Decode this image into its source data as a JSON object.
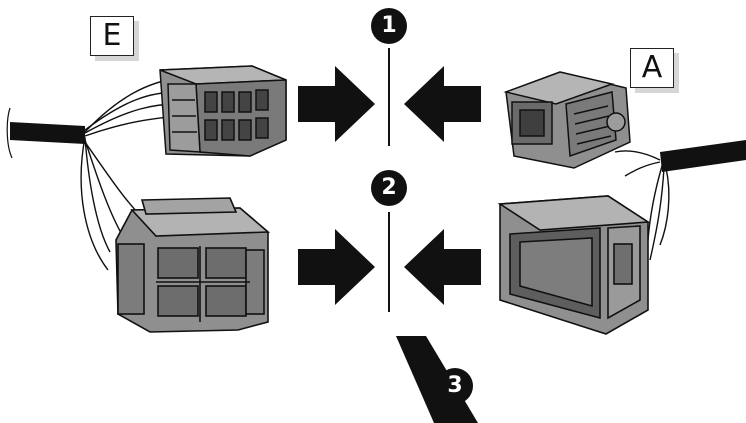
{
  "labels": {
    "connector_left": "E",
    "connector_right": "A"
  },
  "steps": [
    "1",
    "2",
    "3"
  ],
  "colors": {
    "ink": "#111111",
    "connector_fill": "#8f8f8f",
    "connector_dark": "#5e5e5e",
    "label_shadow": "#d6d6d6"
  },
  "icons": [
    "arrow-right-icon",
    "arrow-left-icon",
    "connector",
    "wire-harness"
  ]
}
